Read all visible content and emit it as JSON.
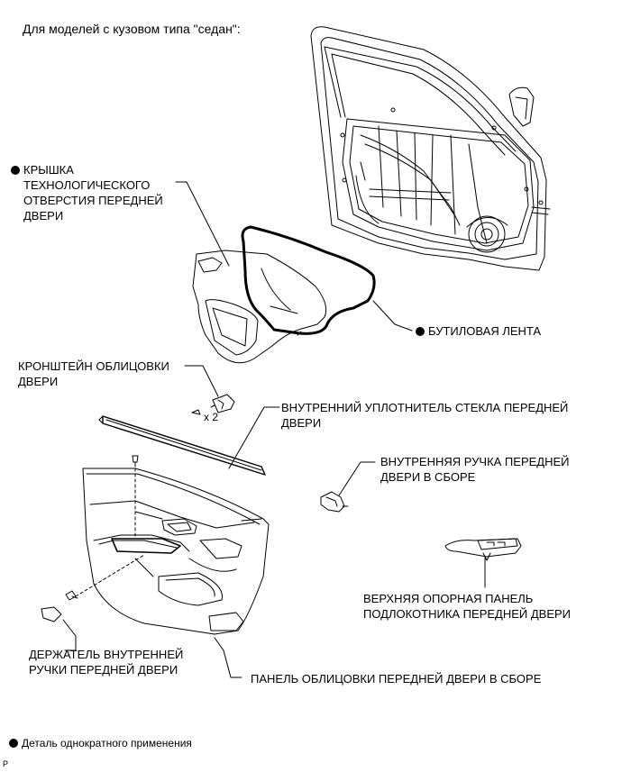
{
  "header": {
    "title": "Для моделей с кузовом типа \"седан\":"
  },
  "labels": {
    "access_cover_l1": "КРЫШКА",
    "access_cover_l2": "ТЕХНОЛОГИЧЕСКОГО",
    "access_cover_l3": "ОТВЕРСТИЯ ПЕРЕДНЕЙ",
    "access_cover_l4": "ДВЕРИ",
    "butyl_tape": "БУТИЛОВАЯ ЛЕНТА",
    "bracket_l1": "КРОНШТЕЙН ОБЛИЦОВКИ",
    "bracket_l2": "ДВЕРИ",
    "quantity": "x 2",
    "weatherstrip_l1": "ВНУТРЕННИЙ УПЛОТНИТЕЛЬ СТЕКЛА ПЕРЕДНЕЙ",
    "weatherstrip_l2": "ДВЕРИ",
    "inside_handle_l1": "ВНУТРЕННЯЯ РУЧКА ПЕРЕДНЕЙ",
    "inside_handle_l2": "ДВЕРИ В СБОРЕ",
    "armrest_l1": "ВЕРХНЯЯ ОПОРНАЯ ПАНЕЛЬ",
    "armrest_l2": "ПОДЛОКОТНИКА ПЕРЕДНЕЙ ДВЕРИ",
    "handle_bezel_l1": "ДЕРЖАТЕЛЬ ВНУТРЕННЕЙ",
    "handle_bezel_l2": "РУЧКИ ПЕРЕДНЕЙ ДВЕРИ",
    "trim_board": "ПАНЕЛЬ ОБЛИЦОВКИ ПЕРЕДНЕЙ ДВЕРИ В СБОРЕ"
  },
  "legend": {
    "text": "Деталь однократного применения",
    "marker": "dot-icon"
  },
  "corner_mark": "P",
  "colors": {
    "line": "#000000",
    "background": "#ffffff"
  }
}
